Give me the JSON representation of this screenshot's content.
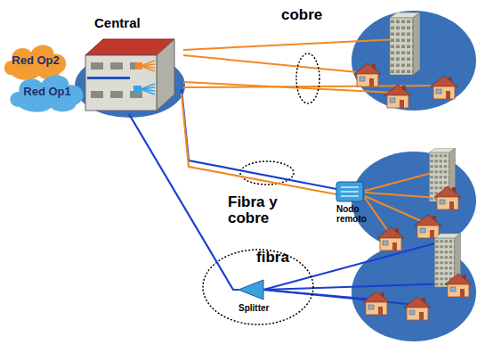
{
  "diagram": {
    "nodes": [
      {
        "text": [
          "Red Op2"
        ]
      },
      {
        "text": [
          "Red Op1"
        ]
      },
      {
        "text": [
          "Central"
        ]
      },
      {
        "text": [
          "Nodo remoto"
        ]
      },
      {
        "text": [
          "Splitter"
        ]
      }
    ],
    "edges": [
      {
        "from": 2,
        "to": 3,
        "arrow": "none"
      },
      {
        "from": 2,
        "to": 3,
        "arrow": "none"
      },
      {
        "from": 2,
        "to": 4,
        "arrow": "none"
      }
    ],
    "labels": [
      "cobre",
      "Fibra y cobre",
      "fibra"
    ]
  }
}
